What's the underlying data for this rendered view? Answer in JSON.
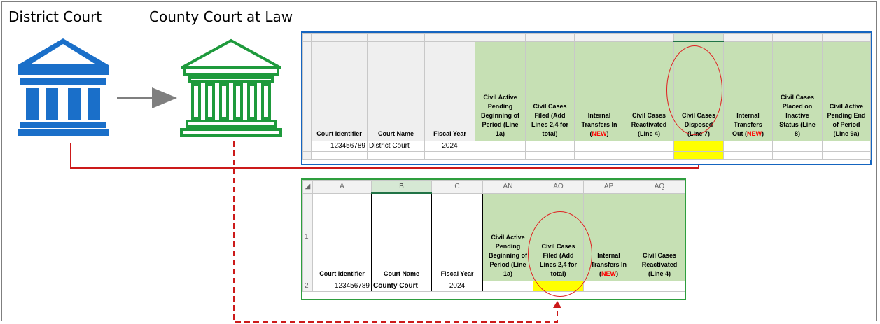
{
  "labels": {
    "district_court": "District Court",
    "county_court": "County Court at Law"
  },
  "icons": {
    "district_icon": "courthouse-icon",
    "county_icon": "courthouse-outline-icon",
    "district_color": "#1a6fc9",
    "county_color": "#1e9a3c",
    "connector_color": "#cc1a1a",
    "arrow_color": "#7f7f7f"
  },
  "district_sheet": {
    "headers": {
      "court_identifier": "Court Identifier",
      "court_name": "Court Name",
      "fiscal_year": "Fiscal Year",
      "civil_active_pending_beginning": [
        "Civil Active",
        "Pending",
        "Beginning of",
        "Period (Line",
        "1a)"
      ],
      "civil_cases_filed": [
        "Civil Cases",
        "Filed (Add",
        "Lines 2,4 for",
        "total)"
      ],
      "internal_transfers_in": [
        "Internal",
        "Transfers In",
        "("
      ],
      "internal_transfers_in_new": "NEW",
      "internal_transfers_in_close": ")",
      "civil_cases_reactivated": [
        "Civil Cases",
        "Reactivated",
        "(Line 4)"
      ],
      "civil_cases_disposed": [
        "Civil Cases",
        "Disposed",
        "(Line 7)"
      ],
      "internal_transfers_out": [
        "Internal",
        "Transfers"
      ],
      "internal_transfers_out_prefix": "Out (",
      "internal_transfers_out_new": "NEW",
      "internal_transfers_out_close": ")",
      "civil_cases_inactive": [
        "Civil Cases",
        "Placed on",
        "Inactive",
        "Status (Line",
        "8)"
      ],
      "civil_active_pending_end": [
        "Civil Active",
        "Pending End",
        "of Period",
        "(Line 9a)"
      ]
    },
    "row": {
      "court_identifier": "123456789",
      "court_name": "District Court",
      "fiscal_year": "2024"
    }
  },
  "county_sheet": {
    "column_letters": [
      "A",
      "B",
      "C",
      "AN",
      "AO",
      "AP",
      "AQ"
    ],
    "row_numbers": [
      "1",
      "2"
    ],
    "headers": {
      "court_identifier": "Court Identifier",
      "court_name": "Court Name",
      "fiscal_year": "Fiscal Year",
      "civil_active_pending_beginning": [
        "Civil Active",
        "Pending",
        "Beginning of",
        "Period (Line",
        "1a)"
      ],
      "civil_cases_filed": [
        "Civil Cases",
        "Filed (Add",
        "Lines 2,4 for",
        "total)"
      ],
      "internal_transfers_in": [
        "Internal",
        "Transfers In",
        "("
      ],
      "internal_transfers_in_new": "NEW",
      "internal_transfers_in_close": ")",
      "civil_cases_reactivated": [
        "Civil Cases",
        "Reactivated",
        "(Line 4)"
      ]
    },
    "row": {
      "court_identifier": "123456789",
      "court_name": "County Court",
      "fiscal_year": "2024"
    }
  }
}
